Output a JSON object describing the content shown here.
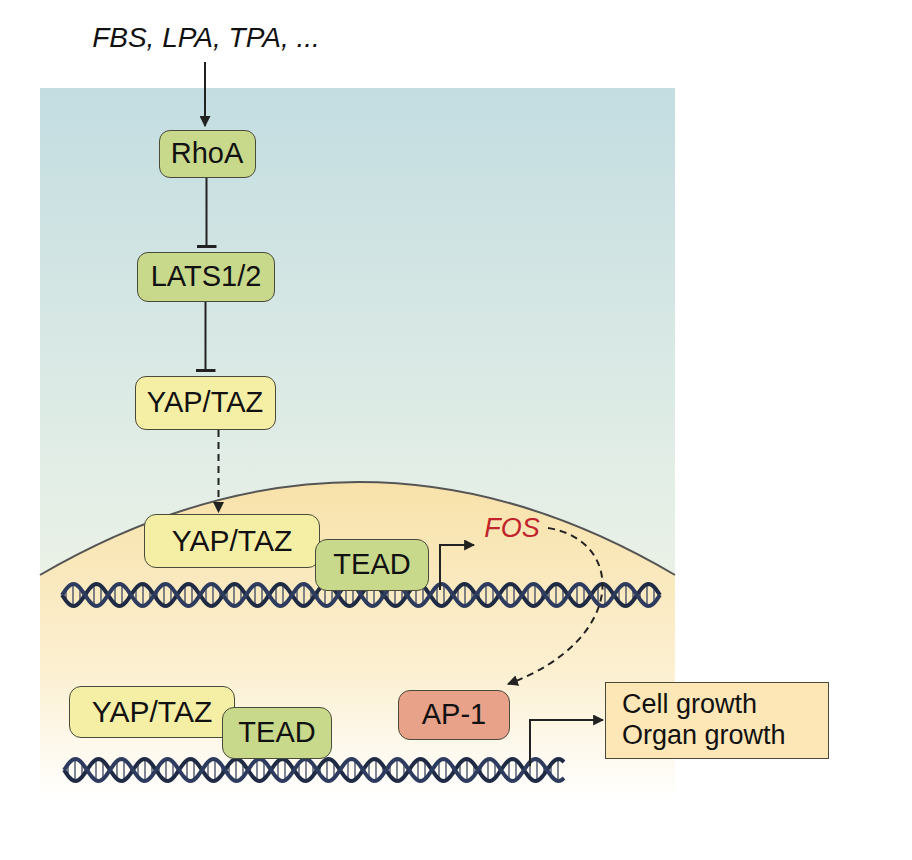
{
  "diagram": {
    "nodes": [
      {
        "text": [
          "RhoA"
        ]
      },
      {
        "text": [
          "LATS1/2"
        ]
      },
      {
        "text": [
          "YAP/TAZ"
        ]
      },
      {
        "text": [
          "YAP/TAZ"
        ]
      },
      {
        "text": [
          "TEAD"
        ]
      },
      {
        "text": [
          "YAP/TAZ"
        ]
      },
      {
        "text": [
          "TEAD"
        ]
      },
      {
        "text": [
          "AP-1"
        ]
      },
      {
        "text": [
          "Cell growth",
          "Organ growth"
        ]
      }
    ],
    "edges": [
      {
        "from": 0,
        "to": 1,
        "arrow": "to"
      },
      {
        "from": 1,
        "to": 2,
        "arrow": "to"
      },
      {
        "from": 2,
        "to": 3,
        "arrow": "to"
      },
      {
        "from": 7,
        "to": 8,
        "arrow": "to"
      }
    ],
    "labels": [
      "FBS, LPA, TPA, ...",
      "FOS"
    ]
  }
}
